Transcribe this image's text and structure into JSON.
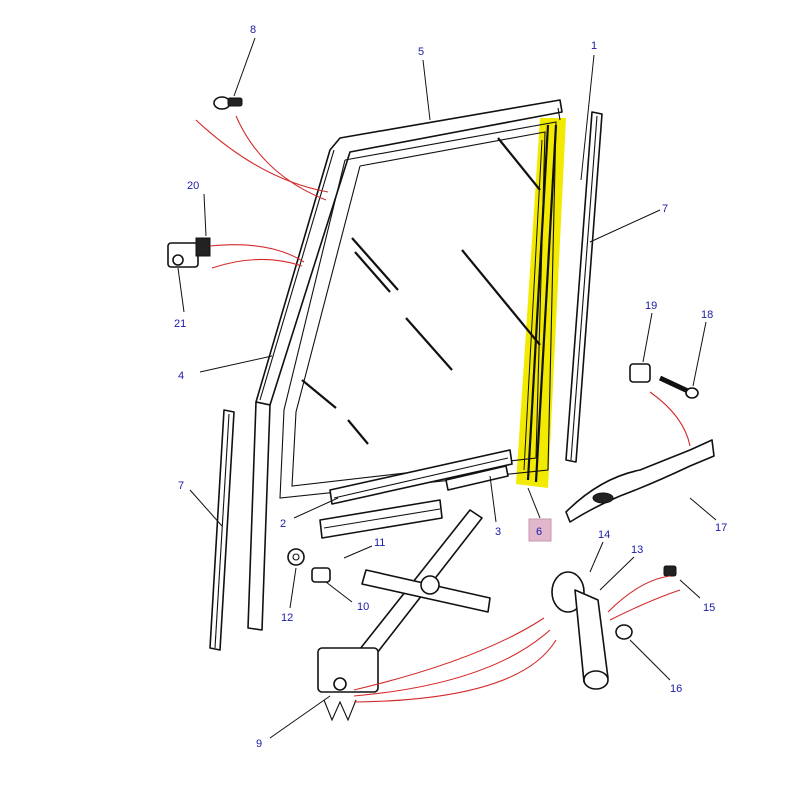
{
  "diagram": {
    "highlight_color": "#f2ea00",
    "label_color": "#1a1aa8",
    "connector_color": "#d42a2a",
    "selected_part": "6",
    "callouts": [
      {
        "id": "callout-8",
        "text": "8"
      },
      {
        "id": "callout-5",
        "text": "5"
      },
      {
        "id": "callout-1",
        "text": "1"
      },
      {
        "id": "callout-20",
        "text": "20"
      },
      {
        "id": "callout-7-right",
        "text": "7"
      },
      {
        "id": "callout-21",
        "text": "21"
      },
      {
        "id": "callout-19",
        "text": "19"
      },
      {
        "id": "callout-18",
        "text": "18"
      },
      {
        "id": "callout-4",
        "text": "4"
      },
      {
        "id": "callout-7-left",
        "text": "7"
      },
      {
        "id": "callout-17",
        "text": "17"
      },
      {
        "id": "callout-2",
        "text": "2"
      },
      {
        "id": "callout-3",
        "text": "3"
      },
      {
        "id": "callout-6",
        "text": "6"
      },
      {
        "id": "callout-14",
        "text": "14"
      },
      {
        "id": "callout-11",
        "text": "11"
      },
      {
        "id": "callout-13",
        "text": "13"
      },
      {
        "id": "callout-12",
        "text": "12"
      },
      {
        "id": "callout-10",
        "text": "10"
      },
      {
        "id": "callout-15",
        "text": "15"
      },
      {
        "id": "callout-16",
        "text": "16"
      },
      {
        "id": "callout-9",
        "text": "9"
      }
    ]
  }
}
